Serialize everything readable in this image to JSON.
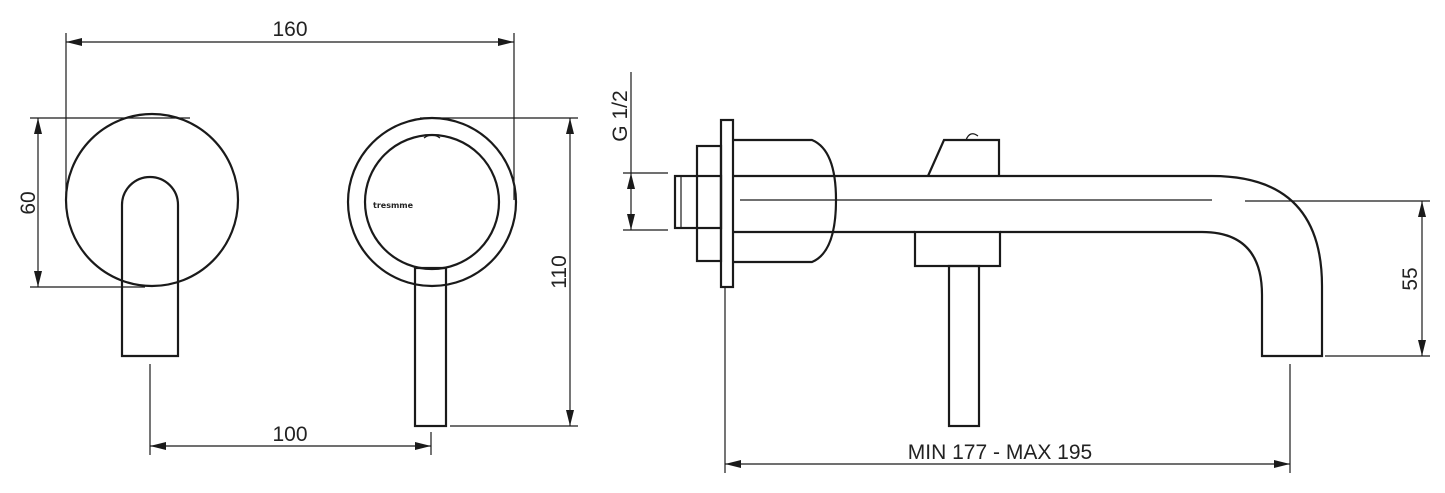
{
  "dimensions": {
    "width_total": "160",
    "plate_height": "60",
    "center_distance": "100",
    "overall_height": "110",
    "thread": "G 1/2",
    "spout_drop": "55",
    "projection": "MIN 177 - MAX 195"
  },
  "logo": "tresmme"
}
